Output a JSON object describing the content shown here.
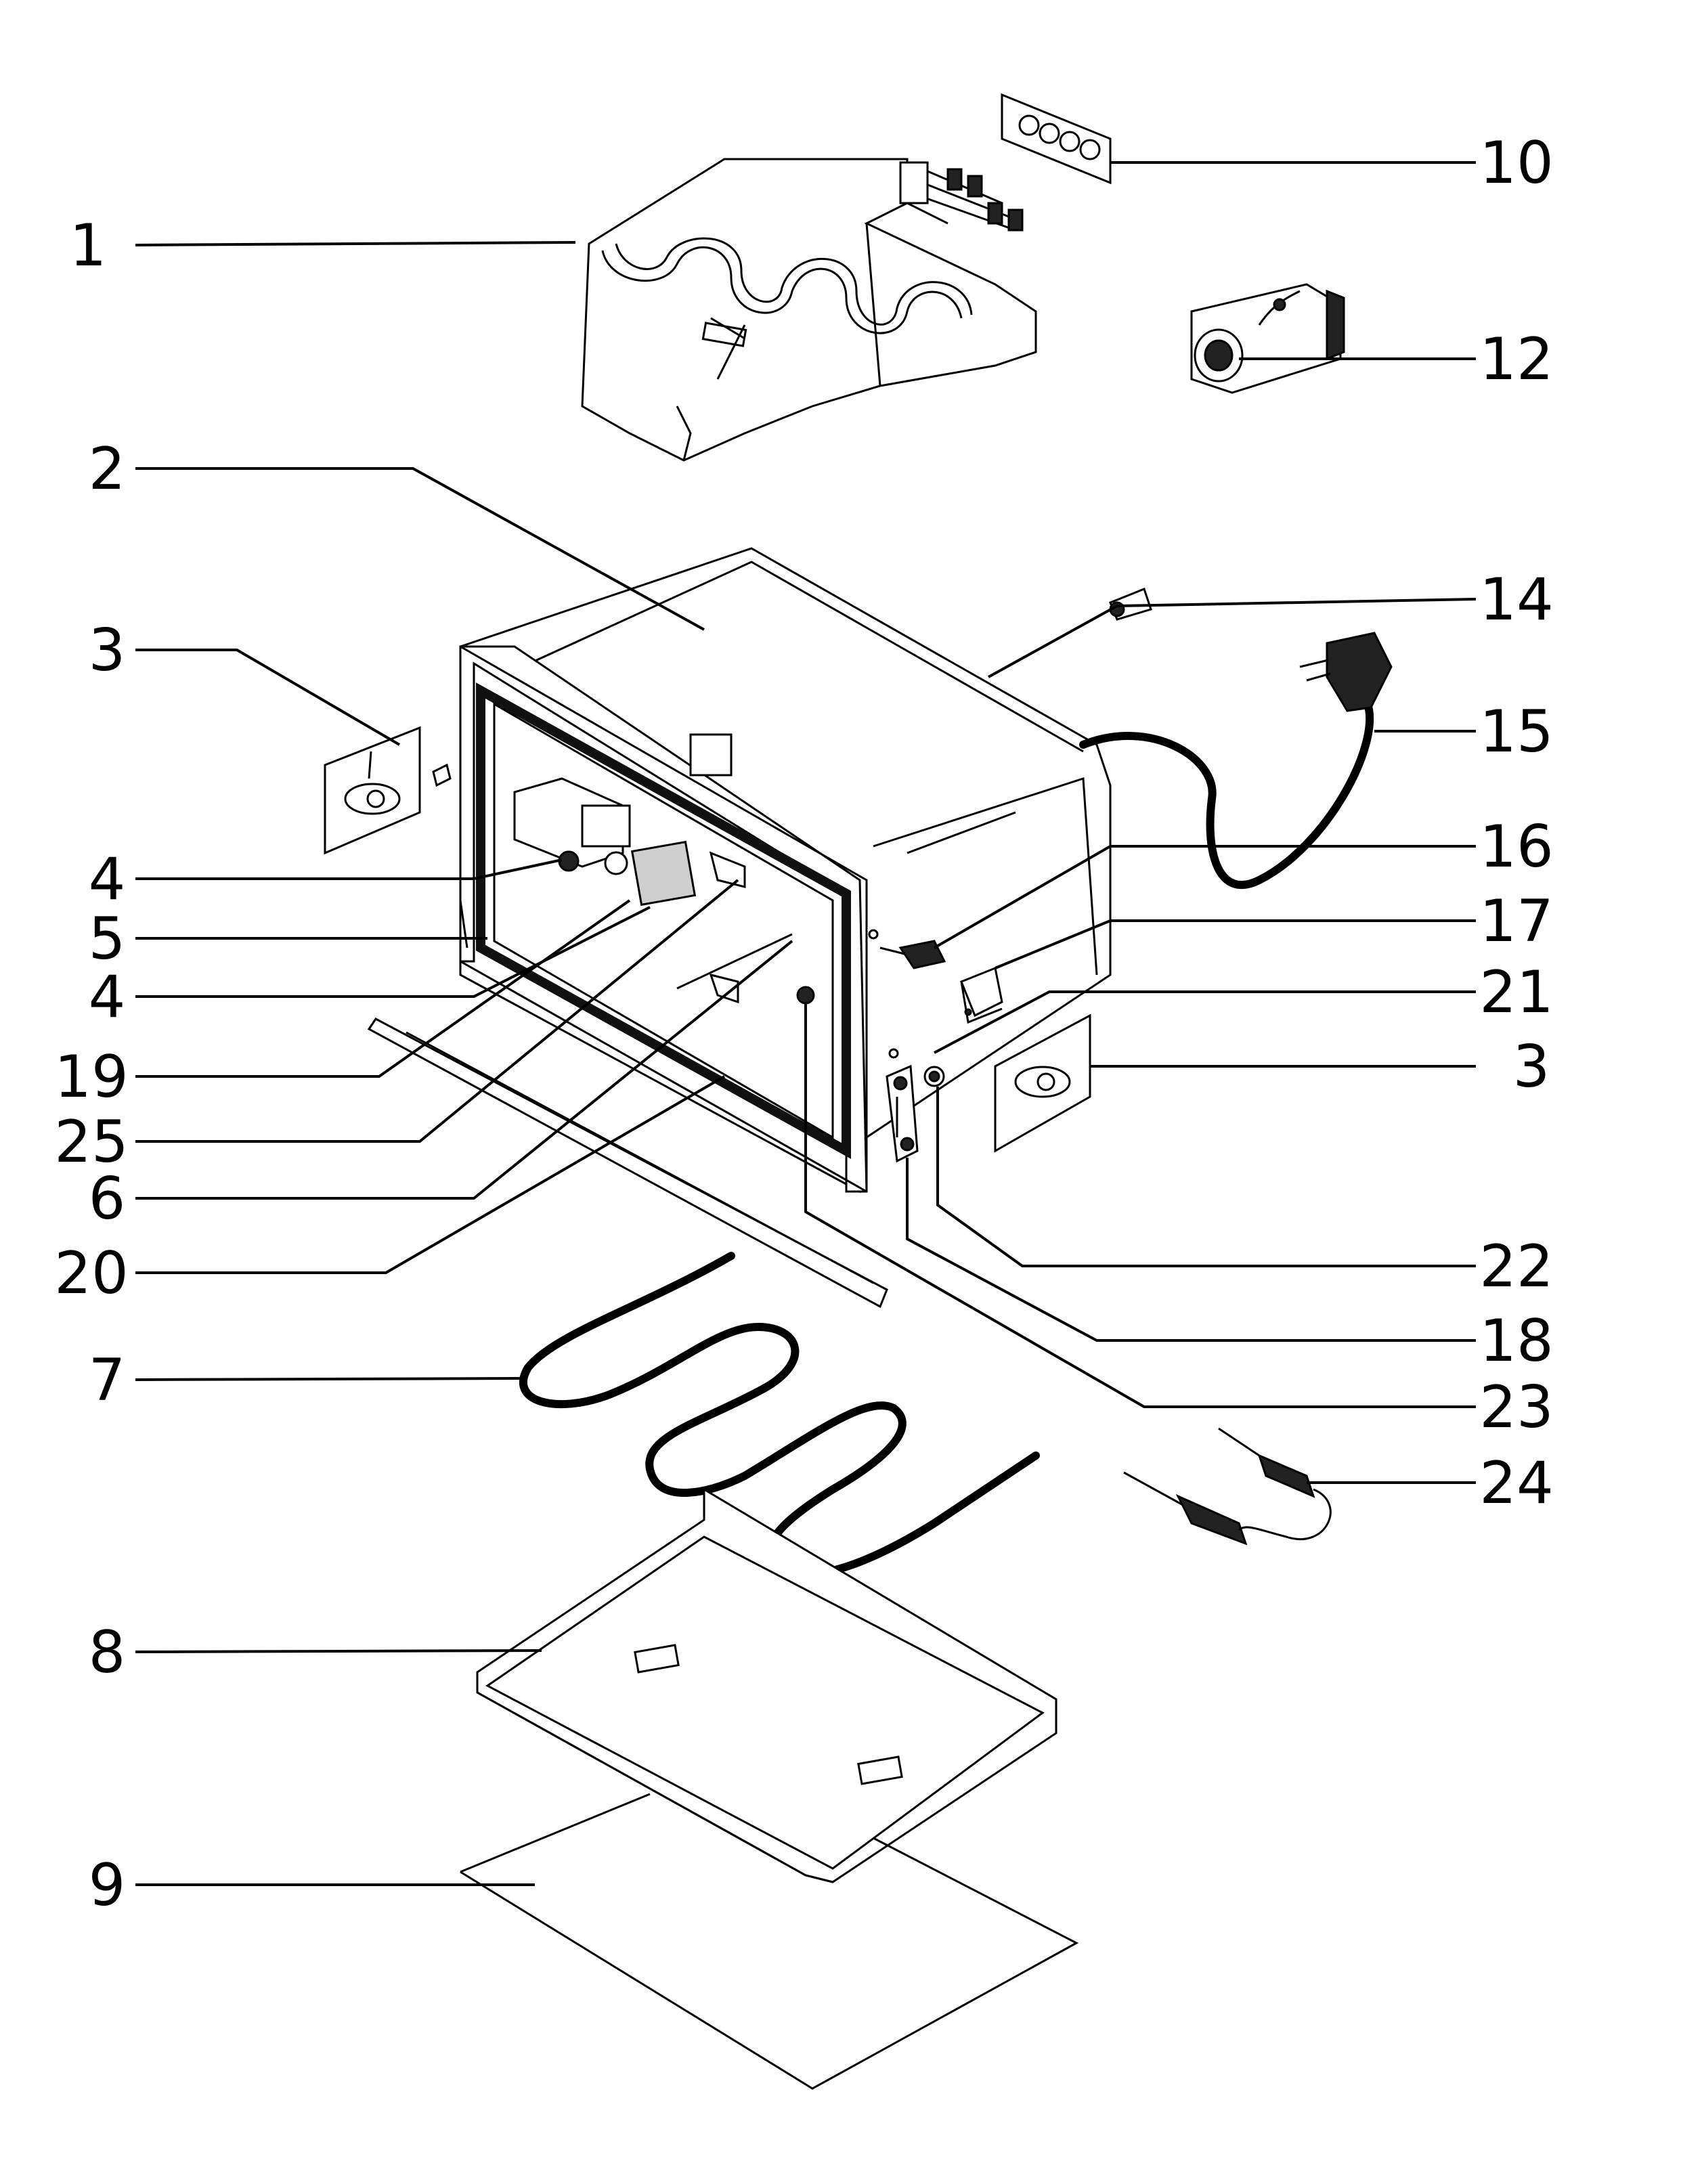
{
  "callouts": {
    "c1": "1",
    "c2": "2",
    "c3a": "3",
    "c3b": "3",
    "c4a": "4",
    "c4b": "4",
    "c5": "5",
    "c6": "6",
    "c7": "7",
    "c8": "8",
    "c9": "9",
    "c10": "10",
    "c12": "12",
    "c14": "14",
    "c15": "15",
    "c16": "16",
    "c17": "17",
    "c18": "18",
    "c19": "19",
    "c20": "20",
    "c21": "21",
    "c22": "22",
    "c23": "23",
    "c24": "24",
    "c25": "25"
  },
  "colors": {
    "line": "#000000",
    "background": "#ffffff",
    "cord": "#111111"
  }
}
